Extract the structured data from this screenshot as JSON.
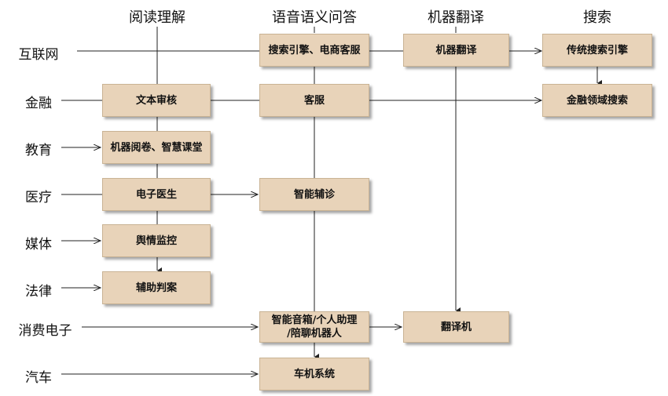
{
  "columns": [
    "阅读理解",
    "语音语义问答",
    "机器翻译",
    "搜索"
  ],
  "rows": [
    "互联网",
    "金融",
    "教育",
    "医疗",
    "媒体",
    "法律",
    "消费电子",
    "汽车"
  ],
  "boxes": {
    "search_engine_ecommerce": "搜索引擎、电商客服",
    "machine_translation": "机器翻译",
    "traditional_search": "传统搜索引擎",
    "doc_review": "文本审核",
    "customer_service": "客服",
    "finance_search": "金融领域搜索",
    "grading_classroom": "机器阅卷、智慧课堂",
    "e_doctor": "电子医生",
    "smart_diagnosis": "智能辅诊",
    "opinion_monitor": "舆情监控",
    "assisted_judgment": "辅助判案",
    "smart_speaker_line1": "智能音箱/个人助理",
    "smart_speaker_line2": "/陪聊机器人",
    "translator_device": "翻译机",
    "car_system": "车机系统"
  }
}
